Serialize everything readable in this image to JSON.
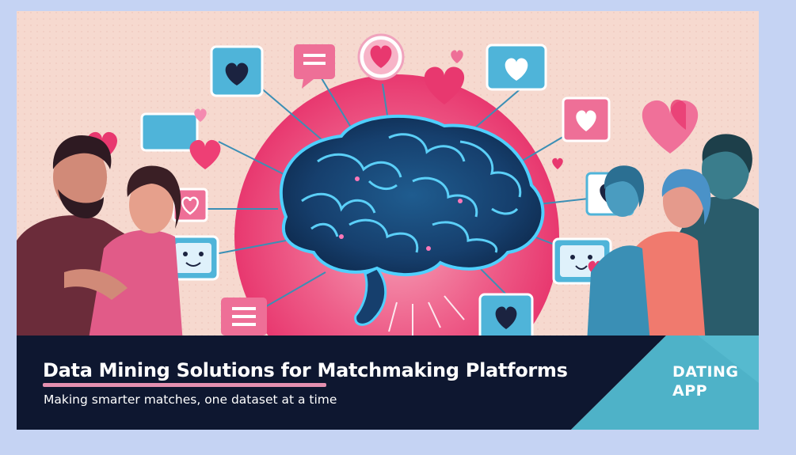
{
  "banner": {
    "headline": "Data Mining Solutions for Matchmaking Platforms",
    "tagline": "Making smarter matches, one dataset at a time",
    "brand_line1": "DATING",
    "brand_line2": "APP"
  },
  "colors": {
    "page_background": "#c5d3f3",
    "scene_background": "#f6d9cf",
    "accent_pink": "#e8386f",
    "brain_blue": "#3bb5e0",
    "banner_navy": "#0e1730",
    "brand_teal": "#4eb2c8"
  },
  "icons": [
    "brain-icon",
    "heart-icon",
    "chat-bubble-icon",
    "smiley-icon",
    "couple-illustration"
  ]
}
